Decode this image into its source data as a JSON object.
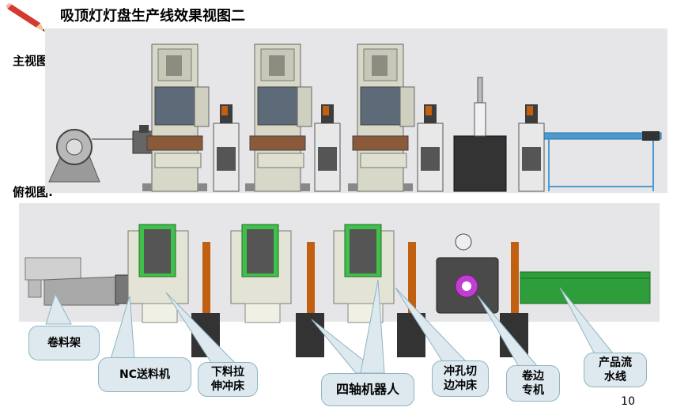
{
  "header": {
    "title": "吸顶灯灯盘生产线效果视图二"
  },
  "views": {
    "front_label": "主视图:",
    "top_label": "俯视图:"
  },
  "callouts": {
    "coil_rack": "卷料架",
    "nc_feeder": "NC送料机",
    "blanking_press_l1": "下料拉",
    "blanking_press_l2": "伸冲床",
    "robot": "四轴机器人",
    "trim_press_l1": "冲孔切",
    "trim_press_l2": "边冲床",
    "curling_l1": "卷边",
    "curling_l2": "专机",
    "conveyor_l1": "产品流",
    "conveyor_l2": "水线"
  },
  "footer": {
    "page_number": "10"
  },
  "colors": {
    "accent_red": "#c0282d",
    "callout_fill": "#dde9ee",
    "callout_border": "#8fb4c2",
    "press_body": "#d8d8c8",
    "conveyor_green": "#2e9e3a",
    "conveyor_blue": "#4a9bd1",
    "robot_orange": "#c06010"
  }
}
